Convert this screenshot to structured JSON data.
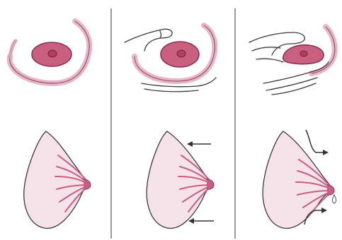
{
  "illustration": {
    "panels": [
      {
        "id": "panel-1",
        "has_hand": false,
        "has_arrows": false,
        "has_milk_drop": false
      },
      {
        "id": "panel-2",
        "has_hand": true,
        "has_arrows": true,
        "has_milk_drop": false
      },
      {
        "id": "panel-3",
        "has_hand": true,
        "has_arrows": true,
        "has_milk_drop": true
      }
    ],
    "colors": {
      "background": "#ffffff",
      "outline": "#3a3a3a",
      "areola": "#c9607f",
      "areola_edge": "#8a2d4b",
      "nipple": "#b3405f",
      "skin_tint": "#f6e3ea",
      "duct": "#c85e80",
      "divider": "#9a9a9a",
      "arrow": "#333333",
      "drop": "#ffffff"
    }
  }
}
